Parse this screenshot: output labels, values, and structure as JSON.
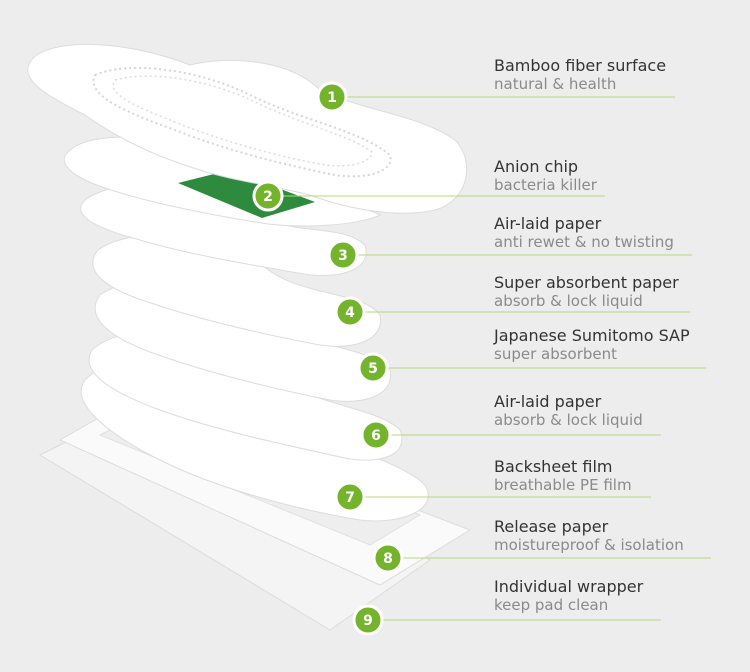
{
  "colors": {
    "background": "#ededed",
    "badge": "#74b42c",
    "leader_line": "#b8d87a",
    "chip": "#2e8b3e",
    "title_text": "#333333",
    "subtitle_text": "#8a8a8a"
  },
  "layers": [
    {
      "number": "1",
      "title": "Bamboo fiber surface",
      "subtitle": "natural & health"
    },
    {
      "number": "2",
      "title": "Anion chip",
      "subtitle": "bacteria killer"
    },
    {
      "number": "3",
      "title": "Air-laid paper",
      "subtitle": "anti rewet & no twisting"
    },
    {
      "number": "4",
      "title": "Super absorbent paper",
      "subtitle": "absorb & lock liquid"
    },
    {
      "number": "5",
      "title": "Japanese Sumitomo SAP",
      "subtitle": "super absorbent"
    },
    {
      "number": "6",
      "title": "Air-laid paper",
      "subtitle": "absorb & lock liquid"
    },
    {
      "number": "7",
      "title": "Backsheet film",
      "subtitle": "breathable PE film"
    },
    {
      "number": "8",
      "title": "Release paper",
      "subtitle": "moistureproof & isolation"
    },
    {
      "number": "9",
      "title": "Individual wrapper",
      "subtitle": "keep pad clean"
    }
  ]
}
